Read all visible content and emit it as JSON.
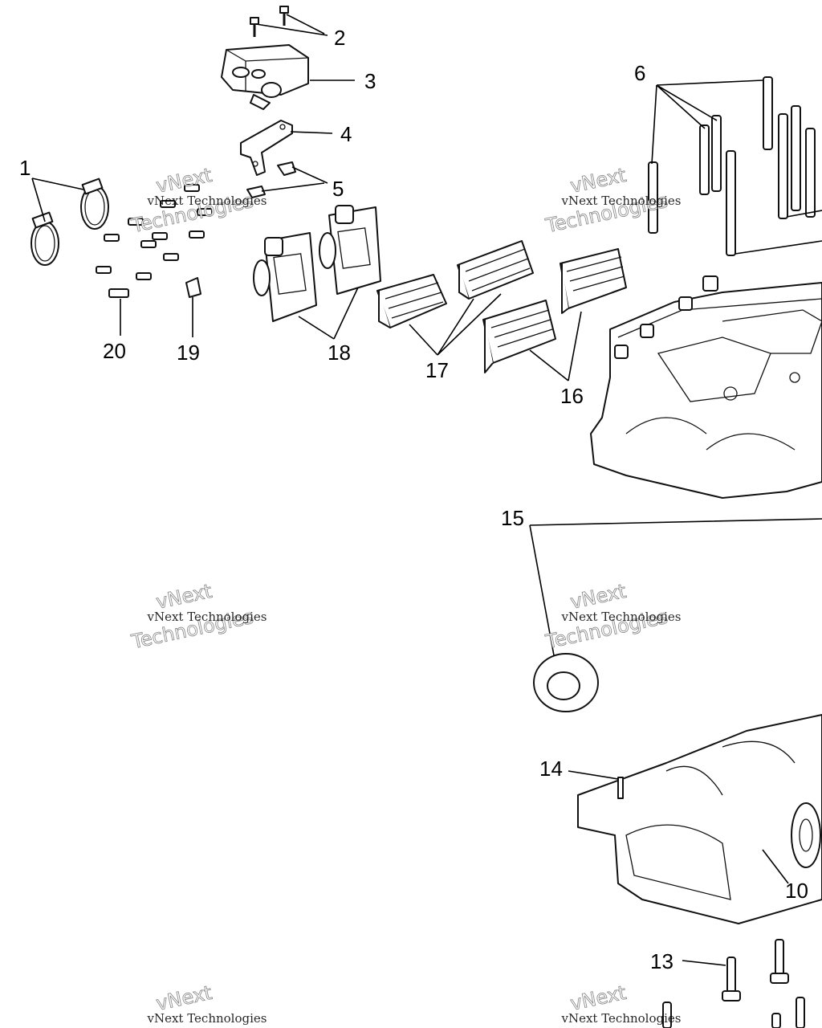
{
  "callouts": {
    "c1": "1",
    "c2": "2",
    "c3": "3",
    "c4": "4",
    "c5": "5",
    "c6": "6",
    "c10": "10",
    "c13": "13",
    "c14": "14",
    "c15": "15",
    "c16": "16",
    "c17": "17",
    "c18": "18",
    "c19": "19",
    "c20": "20"
  },
  "watermark": {
    "line1": "vNext Technologies",
    "line2": "vNext",
    "line3": "Technologies"
  },
  "colors": {
    "ink": "#000000",
    "paper": "#ffffff",
    "watermark_outline": "#777777"
  }
}
